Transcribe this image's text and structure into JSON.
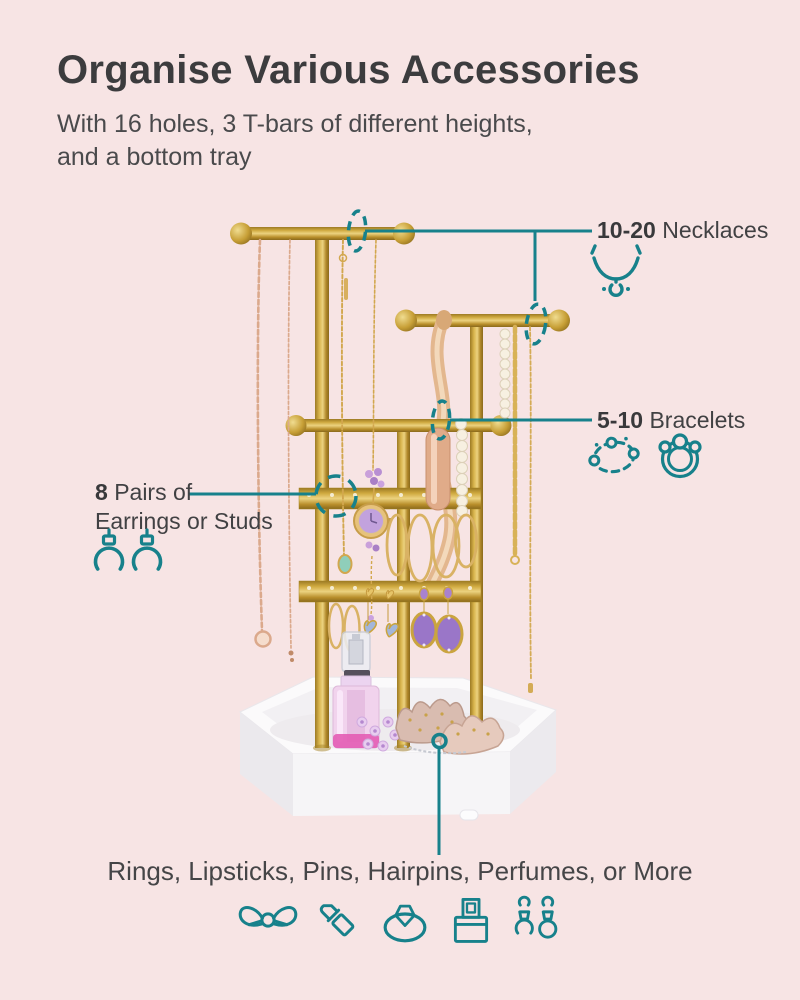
{
  "page": {
    "title": "Organise Various Accessories",
    "subtitle_line1": "With 16 holes, 3 T-bars of different heights,",
    "subtitle_line2": "and a bottom tray"
  },
  "callouts": {
    "necklaces": {
      "quantity": "10-20",
      "label": "Necklaces",
      "icon": "necklace-icon"
    },
    "bracelets": {
      "quantity": "5-10",
      "label": "Bracelets",
      "icons": [
        "bracelet-dashed-icon",
        "bangle-icon"
      ]
    },
    "earrings": {
      "quantity": "8",
      "label_rest": "Pairs of",
      "label_line2": "Earrings or Studs",
      "icon": "earring-hooks-icon"
    }
  },
  "tray_note": {
    "text": "Rings, Lipsticks, Pins, Hairpins, Perfumes, or More",
    "icons": [
      "bow-icon",
      "lipstick-icon",
      "ring-icon",
      "perfume-icon",
      "earrings-pair-icon"
    ]
  },
  "colors": {
    "background": "#f7e4e4",
    "accent_teal": "#17818b",
    "heading_text": "#3c3c3e",
    "body_text": "#4a4a4c",
    "gold": "#c9a23f",
    "tray_white": "#fbfafb"
  }
}
